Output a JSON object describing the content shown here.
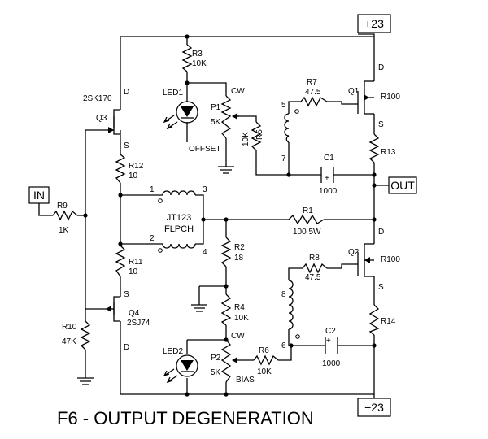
{
  "rails": {
    "pos": "+23",
    "neg": "−23"
  },
  "ports": {
    "in": "IN",
    "out": "OUT"
  },
  "title": "F6 - OUTPUT DEGENERATION",
  "components": {
    "r3": {
      "ref": "R3",
      "value": "10K"
    },
    "r7": {
      "ref": "R7",
      "value": "47.5"
    },
    "r5": {
      "ref": "R5",
      "value": "10K"
    },
    "r12": {
      "ref": "R12",
      "value": "10"
    },
    "r11": {
      "ref": "R11",
      "value": "10"
    },
    "r9": {
      "ref": "R9",
      "value": "1K"
    },
    "r10": {
      "ref": "R10",
      "value": "47K"
    },
    "r2": {
      "ref": "R2",
      "value": "18"
    },
    "r4": {
      "ref": "R4",
      "value": "10K"
    },
    "r6": {
      "ref": "R6",
      "value": "10K"
    },
    "r8": {
      "ref": "R8",
      "value": "47.5"
    },
    "r13": {
      "ref": "R13"
    },
    "r14": {
      "ref": "R14"
    },
    "r1": {
      "ref": "R1",
      "value": "100 5W"
    },
    "c1": {
      "ref": "C1",
      "value": "1000"
    },
    "c2": {
      "ref": "C2",
      "value": "1000"
    },
    "p1": {
      "ref": "P1",
      "value": "5K",
      "note": "OFFSET",
      "cw": "CW"
    },
    "p2": {
      "ref": "P2",
      "value": "5K",
      "note": "BIAS",
      "cw": "CW"
    },
    "led1": {
      "ref": "LED1"
    },
    "led2": {
      "ref": "LED2"
    },
    "q1": {
      "ref": "Q1",
      "part": "R100"
    },
    "q2": {
      "ref": "Q2",
      "part": "R100"
    },
    "q3": {
      "ref": "Q3",
      "part": "2SK170"
    },
    "q4": {
      "ref": "Q4",
      "part": "2SJ74"
    },
    "t1": {
      "ref": "JT123",
      "part": "FLPCH"
    }
  },
  "pins": {
    "d": "D",
    "s": "S",
    "t1": "1",
    "t2": "2",
    "t3": "3",
    "t4": "4",
    "t5": "5",
    "t6": "6",
    "t7": "7",
    "t8": "8",
    "plus": "+"
  }
}
